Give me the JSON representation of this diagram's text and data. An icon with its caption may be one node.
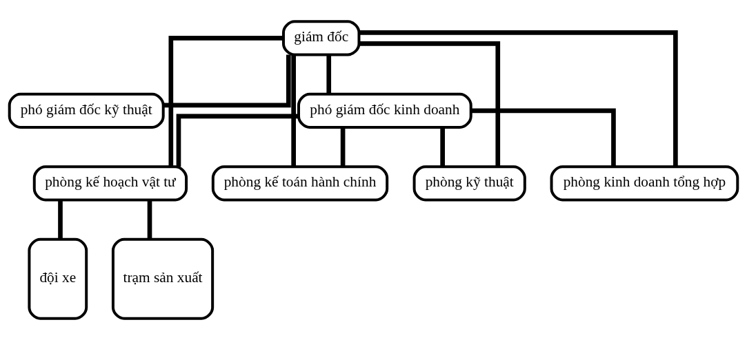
{
  "diagram": {
    "nodes": [
      {
        "text": [
          "giám đốc"
        ]
      },
      {
        "text": [
          "phó giám đốc kỹ thuật"
        ]
      },
      {
        "text": [
          "phó giám đốc kinh doanh"
        ]
      },
      {
        "text": [
          "phòng kế hoạch vật tư"
        ]
      },
      {
        "text": [
          "phòng kế toán hành chính"
        ]
      },
      {
        "text": [
          "phòng kỹ thuật"
        ]
      },
      {
        "text": [
          "phòng kinh doanh tổng hợp"
        ]
      },
      {
        "text": [
          "đội xe"
        ]
      },
      {
        "text": [
          "trạm sản xuất"
        ]
      }
    ],
    "edges": [
      {
        "from": 0,
        "to": 1,
        "arrow": "none"
      },
      {
        "from": 0,
        "to": 2,
        "arrow": "none"
      },
      {
        "from": 0,
        "to": 3,
        "arrow": "none"
      },
      {
        "from": 0,
        "to": 4,
        "arrow": "none"
      },
      {
        "from": 0,
        "to": 5,
        "arrow": "none"
      },
      {
        "from": 0,
        "to": 6,
        "arrow": "none"
      },
      {
        "from": 2,
        "to": 3,
        "arrow": "none"
      },
      {
        "from": 2,
        "to": 4,
        "arrow": "none"
      },
      {
        "from": 2,
        "to": 5,
        "arrow": "none"
      },
      {
        "from": 2,
        "to": 6,
        "arrow": "none"
      },
      {
        "from": 3,
        "to": 7,
        "arrow": "none"
      },
      {
        "from": 3,
        "to": 8,
        "arrow": "none"
      }
    ]
  }
}
